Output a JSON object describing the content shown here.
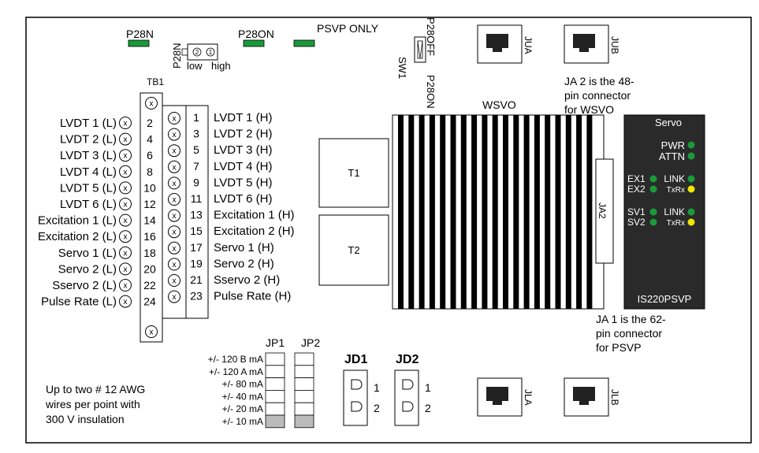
{
  "labels": {
    "p28n": "P28N",
    "p28on": "P28ON",
    "psvp_only": "PSVP ONLY",
    "p28n_vertical": "P28N",
    "low": "low",
    "high": "high",
    "jumper_pin2": "2",
    "jumper_pin1": "1",
    "p28off": "P28OFF",
    "p28on_vertical": "P28ON",
    "sw1": "SW1",
    "jua": "JUA",
    "jub": "JUB",
    "jla": "JLA",
    "jlb": "JLB",
    "ja2_note": [
      "JA 2  is the 48-",
      "pin connector",
      "for WSVO"
    ],
    "ja1_note": [
      "JA 1  is the 62-",
      "pin connector",
      "for PSVP"
    ],
    "tb1": "TB1",
    "wsvo": "WSVO",
    "t1": "T1",
    "t2": "T2",
    "ja2": "JA2",
    "awg_note": [
      "Up to two # 12  AWG",
      "wires per point with",
      "300  V insulation"
    ],
    "jp1": "JP1",
    "jp2": "JP2",
    "jd1": "JD1",
    "jd2": "JD2",
    "jd_pin1": "1",
    "jd_pin2": "2"
  },
  "left_labels": [
    "LVDT 1 (L)",
    "LVDT 2 (L)",
    "LVDT 3 (L)",
    "LVDT 4 (L)",
    "LVDT 5 (L)",
    "LVDT 6 (L)",
    "Excitation 1 (L)",
    "Excitation 2 (L)",
    "Servo 1 (L)",
    "Servo 2 (L)",
    "Sservo 2 (L)",
    "Pulse Rate (L)"
  ],
  "left_numbers": [
    "2",
    "4",
    "6",
    "8",
    "10",
    "12",
    "14",
    "16",
    "18",
    "20",
    "22",
    "24"
  ],
  "right_numbers": [
    "1",
    "3",
    "5",
    "7",
    "9",
    "11",
    "13",
    "15",
    "17",
    "19",
    "21",
    "23"
  ],
  "right_labels": [
    "LVDT 1 (H)",
    "LVDT 2 (H)",
    "LVDT 3 (H)",
    "LVDT 4 (H)",
    "LVDT 5 (H)",
    "LVDT 6 (H)",
    "Excitation 1 (H)",
    "Excitation 2 (H)",
    "Servo 1 (H)",
    "Servo 2 (H)",
    "Sservo 2 (H)",
    "Pulse Rate (H)"
  ],
  "terminal_symbol": "x",
  "jp_settings": [
    "+/-  120 B  mA",
    "+/-  120 A  mA",
    "+/-  80 mA",
    "+/-  40 mA",
    "+/-  20 mA",
    "+/-  10 mA"
  ],
  "servo_module": {
    "title": "Servo",
    "pwr": "PWR",
    "attn": "ATTN",
    "ex1": "EX1",
    "ex2": "EX2",
    "link1": "LINK",
    "txrx1": "TxRx",
    "sv1": "SV1",
    "sv2": "SV2",
    "link2": "LINK",
    "txrx2": "TxRx",
    "name": "IS220PSVP"
  },
  "colors": {
    "led_green": "#1a9a3a",
    "led_yellow": "#f2e600",
    "module_bg": "#2a2a2a",
    "heatsink_fin": "#000000",
    "jumper_fill": "#bbbbbb"
  }
}
